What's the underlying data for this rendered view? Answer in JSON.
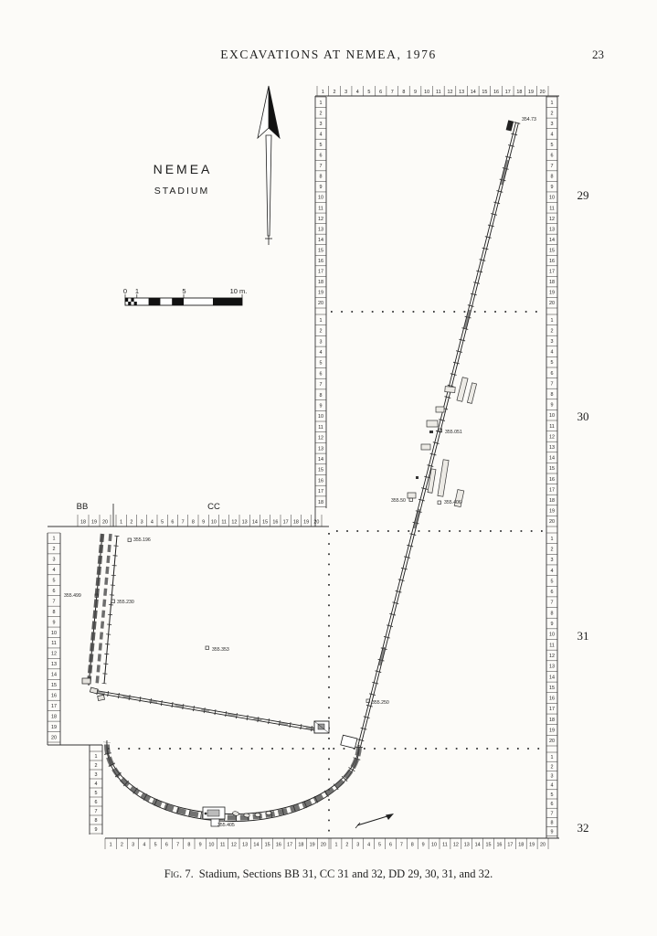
{
  "page": {
    "header_title": "EXCAVATIONS AT NEMEA, 1976",
    "page_number": "23",
    "caption_prefix": "Fig. 7.",
    "caption_text": "Stadium, Sections BB 31, CC 31 and 32, DD 29, 30, 31, and 32."
  },
  "plan": {
    "site_name": "NEMEA",
    "site_subtitle": "STADIUM",
    "grid_letters": {
      "bb": "BB",
      "cc": "CC"
    },
    "section_labels": [
      "29",
      "30",
      "31",
      "32"
    ],
    "scale": {
      "labels": [
        "0",
        "1",
        "5",
        "10 m."
      ]
    },
    "ruler_sets": {
      "n20": [
        "1",
        "2",
        "3",
        "4",
        "5",
        "6",
        "7",
        "8",
        "9",
        "10",
        "11",
        "12",
        "13",
        "14",
        "15",
        "16",
        "17",
        "18",
        "19",
        "20"
      ],
      "n18": [
        "1",
        "2",
        "3",
        "4",
        "5",
        "6",
        "7",
        "8",
        "9",
        "10",
        "11",
        "12",
        "13",
        "14",
        "15",
        "16",
        "17",
        "18"
      ],
      "n9": [
        "1",
        "2",
        "3",
        "4",
        "5",
        "6",
        "7",
        "8",
        "9"
      ],
      "bb": [
        "18",
        "19",
        "20"
      ]
    },
    "elevations": [
      {
        "value": "354.73"
      },
      {
        "value": "355.051"
      },
      {
        "value": "355.50"
      },
      {
        "value": "355.406"
      },
      {
        "value": "355.196"
      },
      {
        "value": "355.499"
      },
      {
        "value": "355.230"
      },
      {
        "value": "355.353"
      },
      {
        "value": "355.250"
      },
      {
        "value": "355.405"
      }
    ],
    "ink_color": "#1c1c1c",
    "paper_color": "#fcfbf8"
  }
}
